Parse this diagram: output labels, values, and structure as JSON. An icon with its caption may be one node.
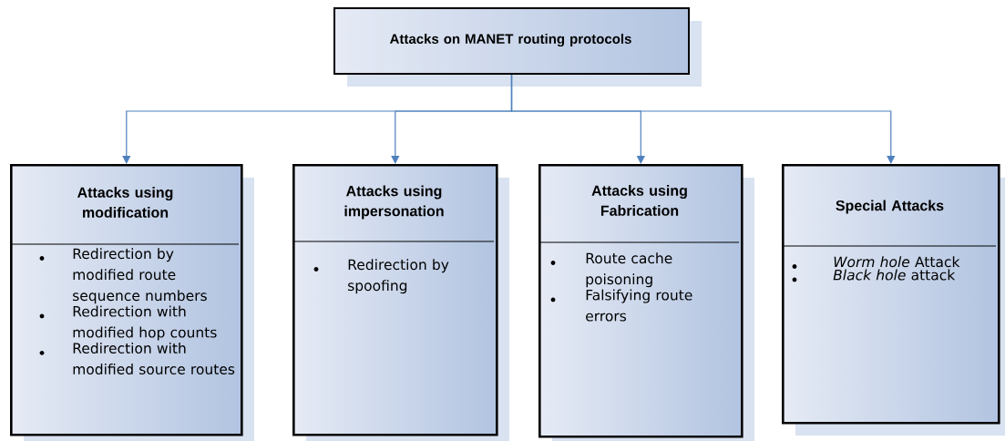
{
  "diagram": {
    "nodes": [
      {
        "text": [
          "Attacks on MANET routing protocols"
        ]
      },
      {
        "text": [
          "Attacks using modification",
          "Redirection by modified route sequence numbers",
          "Redirection with modified hop counts",
          "Redirection with modified source routes"
        ]
      },
      {
        "text": [
          "Attacks using impersonation",
          "Redirection by spoofing"
        ]
      },
      {
        "text": [
          "Attacks using Fabrication",
          "Route cache poisoning",
          "Falsifying route errors"
        ]
      },
      {
        "text": [
          "Special Attacks",
          "*Worm hole* Attack",
          "*Black hole* attack"
        ]
      }
    ],
    "edges": [
      {
        "from": 0,
        "to": 1,
        "arrow": "to"
      },
      {
        "from": 0,
        "to": 2,
        "arrow": "to"
      },
      {
        "from": 0,
        "to": 3,
        "arrow": "to"
      },
      {
        "from": 0,
        "to": 4,
        "arrow": "to"
      }
    ]
  }
}
